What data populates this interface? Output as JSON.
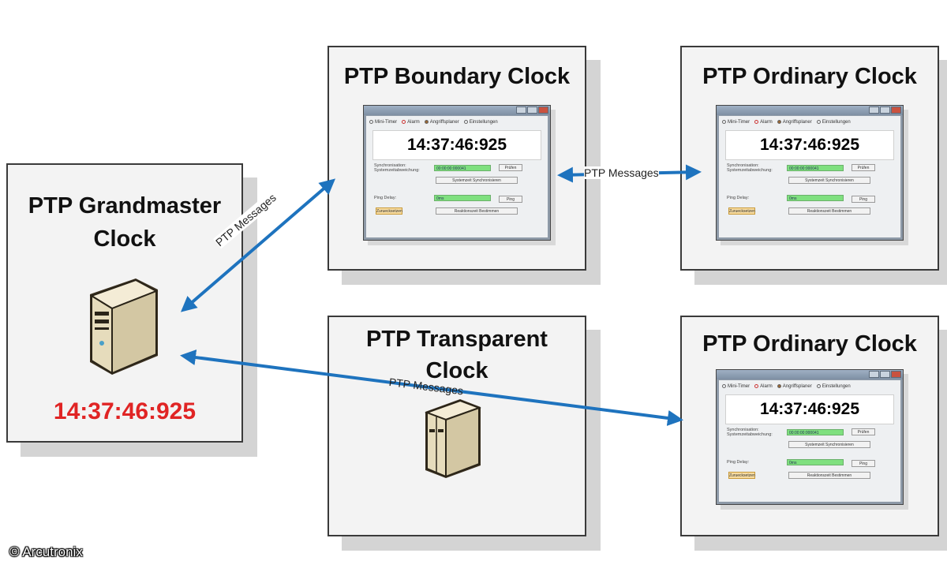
{
  "panels": {
    "grandmaster": {
      "title_line1": "PTP Grandmaster",
      "title_line2": "Clock",
      "time": "14:37:46:925"
    },
    "boundary": {
      "title": "PTP Boundary Clock"
    },
    "ordinary_top": {
      "title": "PTP Ordinary Clock"
    },
    "transparent": {
      "title_line1": "PTP Transparent",
      "title_line2": "Clock"
    },
    "ordinary_bottom": {
      "title": "PTP Ordinary Clock"
    }
  },
  "app_window": {
    "clock": "14:37:46:925",
    "tabs": [
      "Mini-Timer",
      "Alarm",
      "Angriffsplaner",
      "Einstellungen"
    ],
    "sync_label_line1": "Synchronisation:",
    "sync_label_line2": "Systemzeitabweichung:",
    "sync_value": "00:00:00:000041",
    "check_button": "Prüfen",
    "sync_button": "Systemzeit Synchronisieren",
    "ping_label": "Ping Delay:",
    "ping_value": "0ms",
    "ping_button": "Ping",
    "left_button": "Zuruecksetzen",
    "reaction_button": "Reaktionszeit Bestimmen"
  },
  "arrows": {
    "gm_to_boundary": "PTP Messages",
    "boundary_to_ordinary": "PTP Messages",
    "gm_to_ordinary": "PTP Messages"
  },
  "copyright": "© Arcutronix",
  "colors": {
    "arrow": "#1e73be",
    "time_red": "#e02424"
  }
}
